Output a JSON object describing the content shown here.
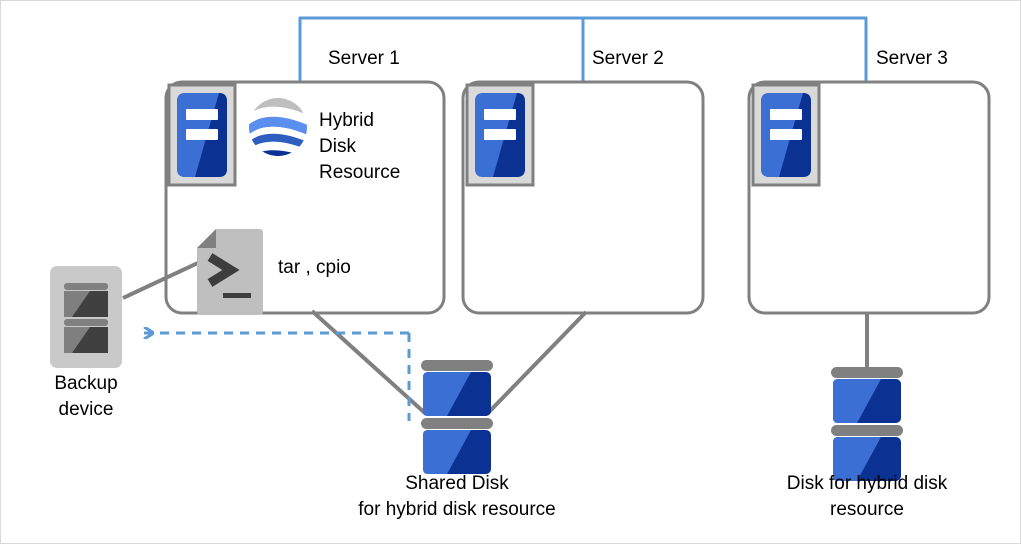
{
  "diagram": {
    "title_labels": {
      "server1": "Server 1",
      "server2": "Server 2",
      "server3": "Server 3"
    },
    "server1_contents": {
      "resource_label": "Hybrid\nDisk\nResource",
      "resource_icon": "globe-icon",
      "command_label": "tar , cpio",
      "command_icon": "script-file-icon"
    },
    "backup": {
      "label": "Backup\ndevice",
      "icon": "backup-disk-icon"
    },
    "shared_disk": {
      "label": "Shared Disk\nfor hybrid disk resource",
      "icon": "disk-stack-icon"
    },
    "server3_disk": {
      "label": "Disk for hybrid disk\nresource",
      "icon": "disk-stack-icon"
    },
    "server_icon_name": "server-tower-icon",
    "colors": {
      "network_line": "#5B9BD5",
      "backup_arrow": "#5B9BD5",
      "connector_line": "#808080",
      "server_box_border": "#808080",
      "disk_light_blue": "#3B6FD4",
      "disk_dark_blue": "#0B3293",
      "disk_bar_gray": "#808080",
      "icon_frame_gray": "#D9D9D9",
      "icon_frame_border": "#808080",
      "backup_device_body": "#C9C9C9",
      "backup_disk_light": "#7F7F7F",
      "backup_disk_dark": "#404040",
      "script_body": "#BFBFBF",
      "script_fold": "#808080",
      "text": "#000000",
      "page_border": "#D9D9D9"
    }
  }
}
